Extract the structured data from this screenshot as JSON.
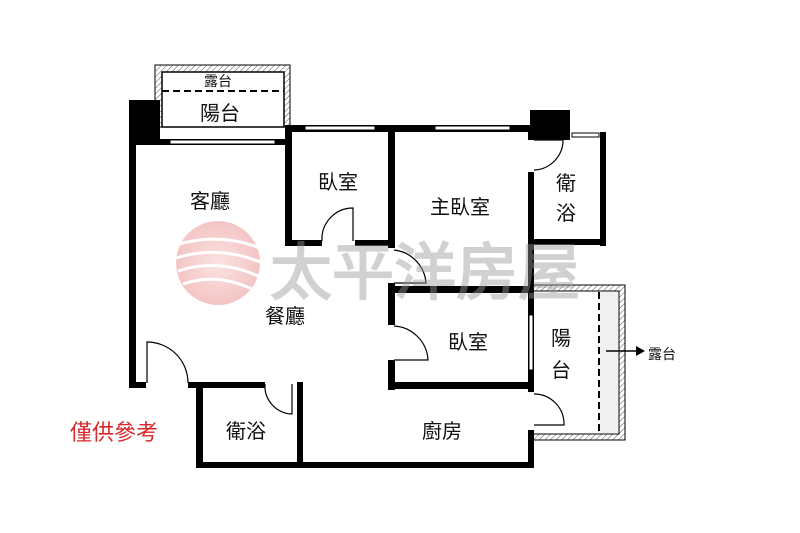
{
  "rooms": {
    "terrace_top": "露台",
    "balcony_top": "陽台",
    "living_room": "客廳",
    "dining_room": "餐廳",
    "bedroom_1": "臥室",
    "master_bedroom": "主臥室",
    "bathroom_master": "衛浴",
    "bedroom_2": "臥室",
    "balcony_right": "陽台",
    "terrace_right": "露台",
    "bathroom_main": "衛浴",
    "kitchen": "廚房"
  },
  "note": "僅供參考",
  "watermark": "太平洋房屋",
  "colors": {
    "note": "#d8262a",
    "watermark": "#9a9a9a",
    "logo": "#e88a8a"
  }
}
